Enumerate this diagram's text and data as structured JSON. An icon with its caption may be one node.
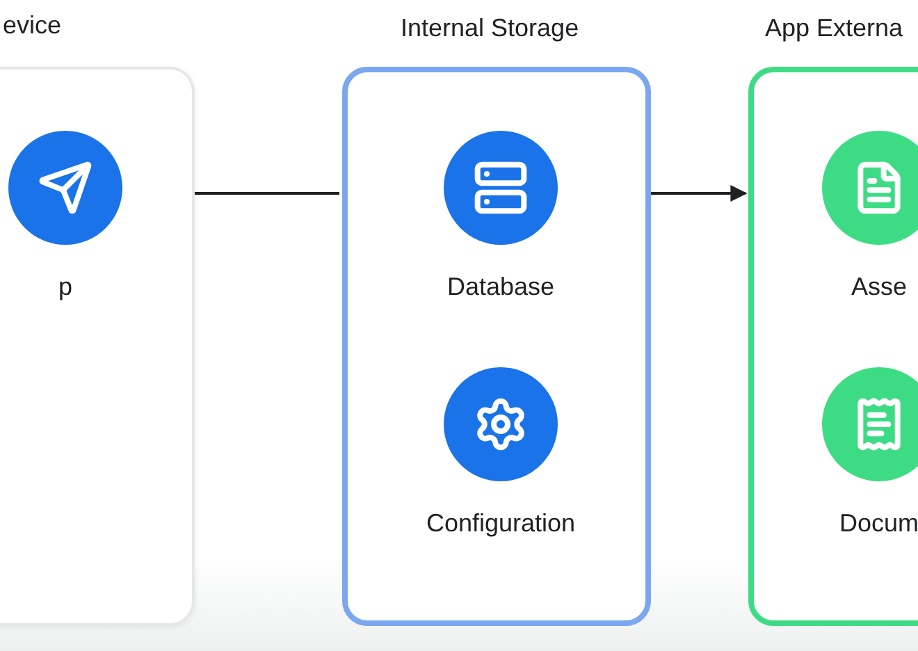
{
  "diagram": {
    "nodes": [
      {
        "text": [
          "evice"
        ]
      },
      {
        "text": [
          "p"
        ],
        "in": 0
      },
      {
        "text": [
          "Internal Storage"
        ]
      },
      {
        "text": [
          "Database"
        ],
        "in": 2
      },
      {
        "text": [
          "Configuration"
        ],
        "in": 2
      },
      {
        "text": [
          "App Externa"
        ]
      },
      {
        "text": [
          "Asse"
        ],
        "in": 5
      },
      {
        "text": [
          "Docum"
        ],
        "in": 5
      }
    ],
    "edges": [
      {
        "from": 0,
        "to": 2,
        "arrow": "none"
      },
      {
        "from": 2,
        "to": 5,
        "arrow": "to"
      }
    ]
  }
}
